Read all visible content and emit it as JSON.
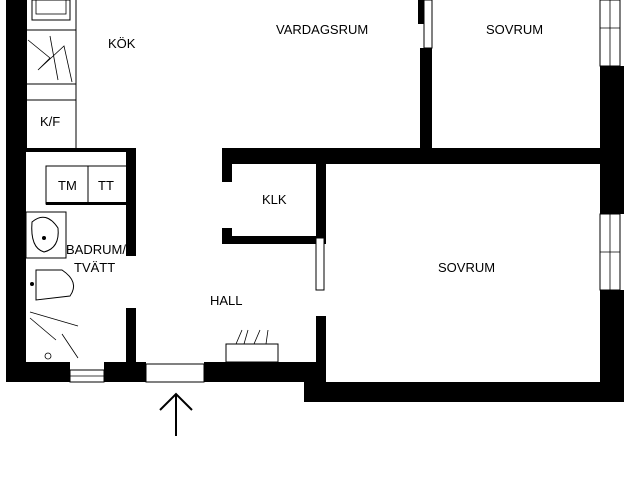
{
  "rooms": {
    "kok": "KÖK",
    "vardagsrum": "VARDAGSRUM",
    "sovrum_top": "SOVRUM",
    "kf": "K/F",
    "tm": "TM",
    "tt": "TT",
    "klk": "KLK",
    "badrum_line1": "BADRUM/",
    "badrum_line2": "TVÄTT",
    "sovrum_main": "SOVRUM",
    "hall": "HALL"
  },
  "colors": {
    "wall": "#000000",
    "background": "#ffffff"
  },
  "icons": {
    "entrance": "arrow-up-icon"
  }
}
